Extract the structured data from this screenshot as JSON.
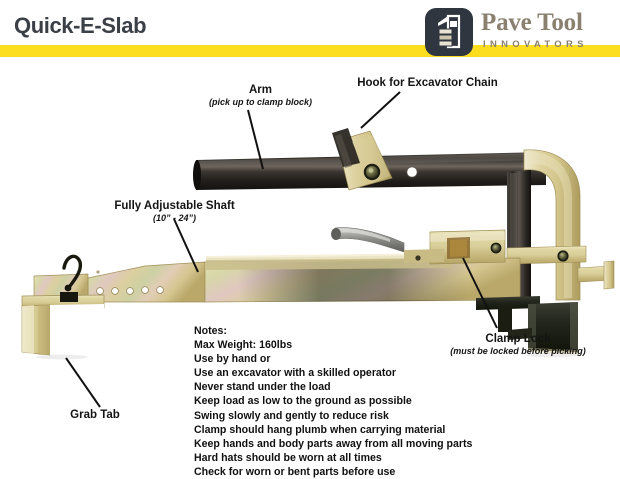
{
  "header": {
    "title": "Quick-E-Slab",
    "accent_color": "#fdde1e",
    "title_color": "#3b3f46",
    "brand": {
      "name": "Pave Tool",
      "tagline": "INNOVATORS",
      "mark_icon": "paver-tamper-icon",
      "mark_bg": "#2f3640",
      "text_color": "#8a8070"
    }
  },
  "callouts": [
    {
      "id": "arm",
      "title": "Arm",
      "subtitle": "(pick up to clamp block)"
    },
    {
      "id": "hook",
      "title": "Hook for Excavator Chain",
      "subtitle": ""
    },
    {
      "id": "shaft",
      "title": "Fully Adjustable Shaft",
      "subtitle": "(10” - 24”)"
    },
    {
      "id": "clamp_lock",
      "title": "Clamp Lock",
      "subtitle": "(must be locked before picking)"
    },
    {
      "id": "grab_tab",
      "title": "Grab Tab",
      "subtitle": ""
    }
  ],
  "notes": {
    "heading": "Notes:",
    "items": [
      "Max Weight: 160lbs",
      "Use by hand or",
      "Use an excavator with a skilled operator",
      "Never stand under the load",
      "Keep load as low to the ground as possible",
      "Swing slowly and gently to reduce risk",
      "Clamp should hang plumb when carrying material",
      "Keep hands and body parts away from all moving parts",
      "Hard hats should be worn at all times",
      "Check for worn or bent parts before use"
    ]
  },
  "product": {
    "name": "quick-e-slab-clamp-photo",
    "colors": {
      "zinc_light": "#e8e2b4",
      "zinc_mid": "#d6c98a",
      "zinc_dark": "#b3a263",
      "zinc_green": "#cfd3a0",
      "zinc_pink": "#e3c9bf",
      "steel_dark": "#2a2a28",
      "steel_black": "#16170f",
      "steel_silver": "#9a9a96",
      "bolt": "#5b5b3c"
    }
  }
}
